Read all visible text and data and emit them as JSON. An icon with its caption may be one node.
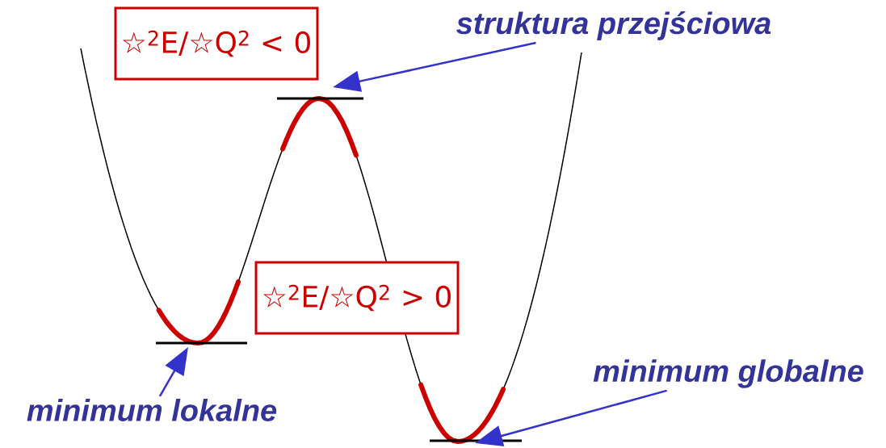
{
  "diagram": {
    "nodes": [
      {
        "text": [
          "☆$^{2}$E/☆Q$^{2}$ < 0"
        ]
      },
      {
        "text": [
          "struktura przejściowa"
        ]
      },
      {
        "text": [
          "☆$^{2}$E/☆Q$^{2}$ > 0"
        ]
      },
      {
        "text": [
          "minimum lokalne"
        ]
      },
      {
        "text": [
          "minimum globalne"
        ]
      }
    ],
    "edges": [
      {
        "from": 1,
        "to": null,
        "arrow": "to"
      },
      {
        "from": 3,
        "to": null,
        "arrow": "to"
      },
      {
        "from": 4,
        "to": null,
        "arrow": "to"
      }
    ]
  }
}
